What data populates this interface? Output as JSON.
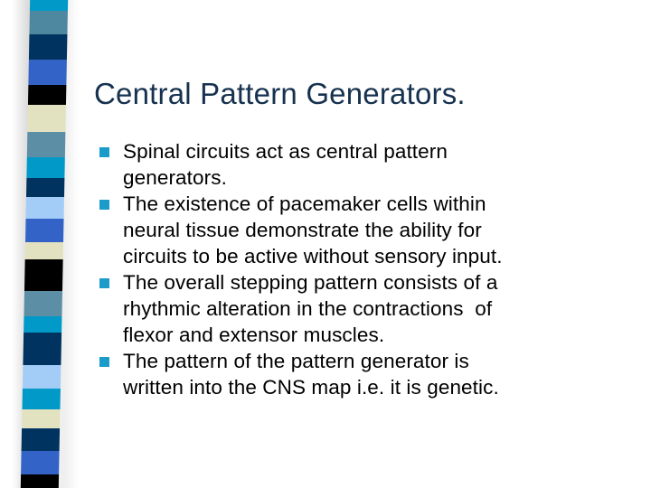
{
  "slide": {
    "title": "Central Pattern Generators.",
    "background_color": "#FFFFFF",
    "title_color": "#16324F",
    "body_color": "#000000",
    "bullet_marker_color": "#1B9BC9",
    "bullets": [
      {
        "marker": "square-bullet-icon",
        "text": "Spinal circuits act as central pattern\ngenerators."
      },
      {
        "marker": "square-bullet-icon",
        "text": "The existence of pacemaker cells within\nneural tissue demonstrate the ability for\ncircuits to be active without sensory input."
      },
      {
        "marker": "square-bullet-icon",
        "text": "The overall stepping pattern consists of a\nrhythmic alteration in the contractions  of\nflexor and extensor muscles."
      },
      {
        "marker": "square-bullet-icon",
        "text": "The pattern of the pattern generator is\nwritten into the CNS map i.e. it is genetic."
      }
    ]
  },
  "decoration": {
    "name": "striped-vertical-band",
    "stripes": [
      {
        "color": "#0099C8",
        "height": 18
      },
      {
        "color": "#4E87A0",
        "height": 30
      },
      {
        "color": "#00335F",
        "height": 32
      },
      {
        "color": "#3463C8",
        "height": 32
      },
      {
        "color": "#000000",
        "height": 26
      },
      {
        "color": "#E3E2C0",
        "height": 34
      },
      {
        "color": "#5C8FA5",
        "height": 32
      },
      {
        "color": "#0099C8",
        "height": 26
      },
      {
        "color": "#00335F",
        "height": 24
      },
      {
        "color": "#A3CDF7",
        "height": 28
      },
      {
        "color": "#3463C8",
        "height": 30
      },
      {
        "color": "#E3E2C0",
        "height": 22
      },
      {
        "color": "#000000",
        "height": 40
      },
      {
        "color": "#5C8FA5",
        "height": 32
      },
      {
        "color": "#0099C8",
        "height": 20
      },
      {
        "color": "#00335F",
        "height": 42
      },
      {
        "color": "#A3CDF7",
        "height": 30
      },
      {
        "color": "#0099C8",
        "height": 26
      },
      {
        "color": "#E3E2C0",
        "height": 24
      },
      {
        "color": "#00335F",
        "height": 28
      },
      {
        "color": "#3463C8",
        "height": 30
      },
      {
        "color": "#000000",
        "height": 22
      }
    ]
  }
}
